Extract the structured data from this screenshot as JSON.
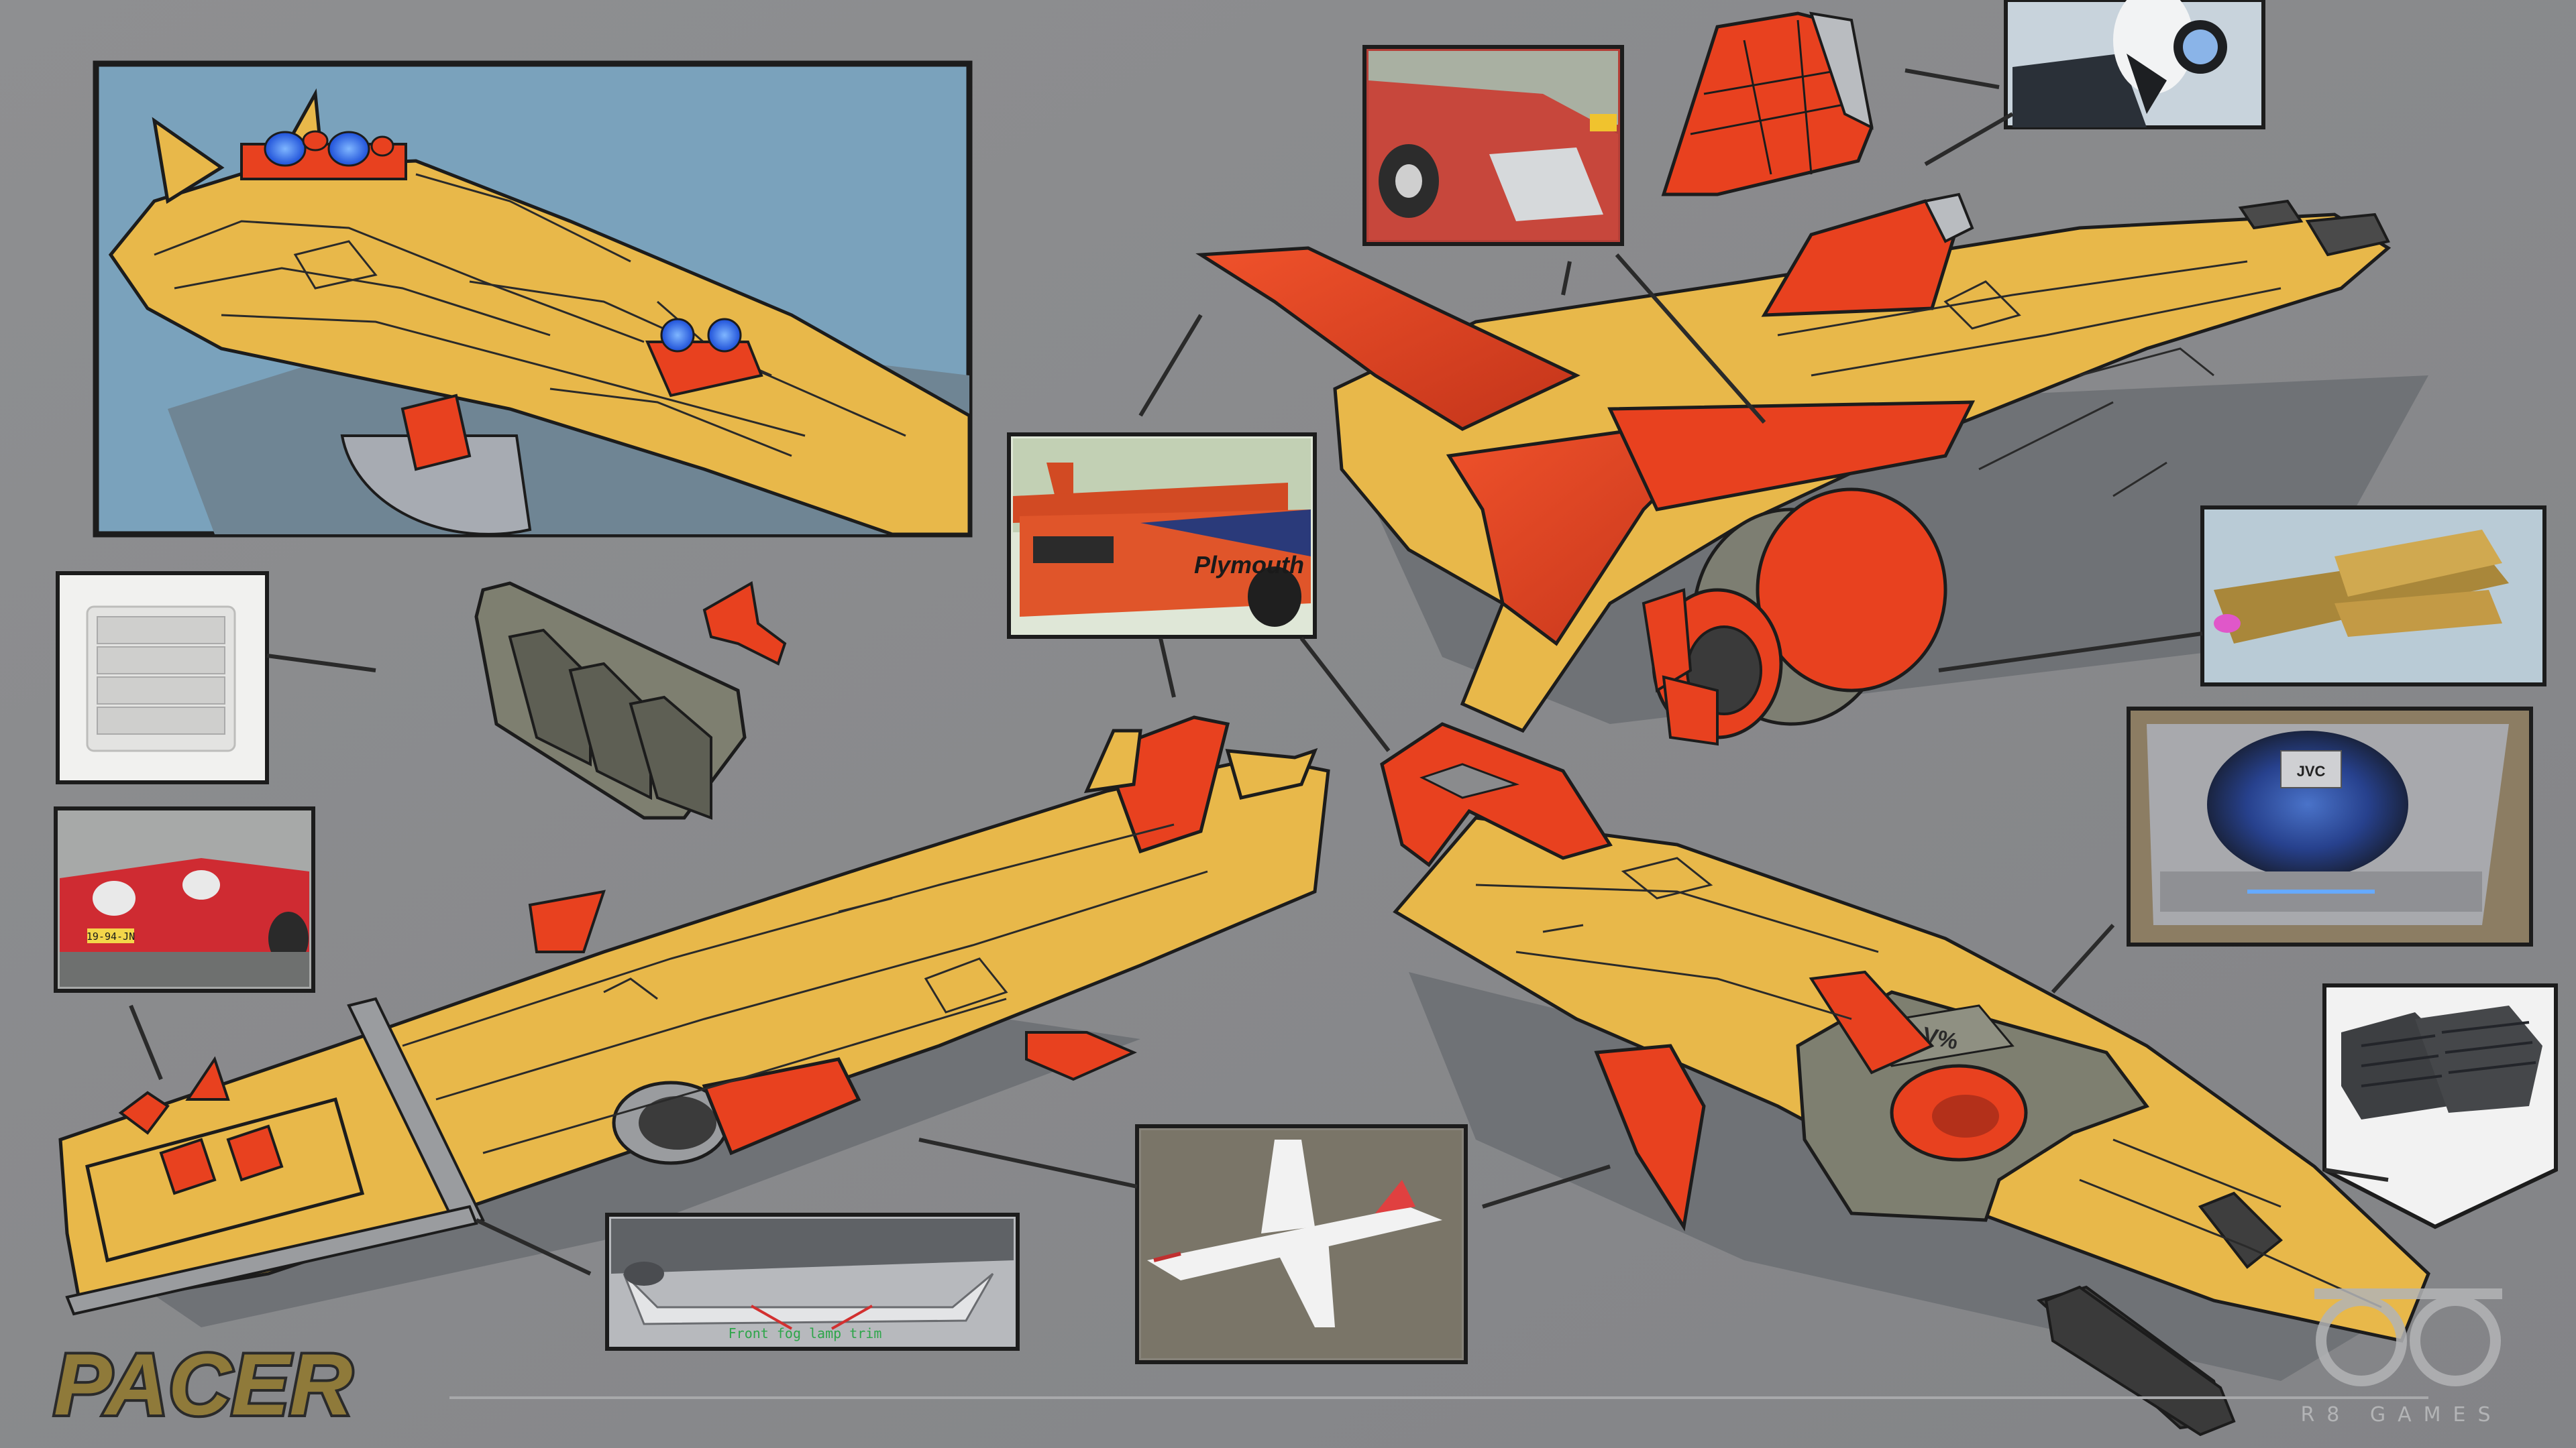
{
  "title": "PACER",
  "studio": "R8 GAMES",
  "colors": {
    "background": "#8a8b8d",
    "hull_yellow": "#e8b84a",
    "accent_red": "#e8411f",
    "panel_blue": "#7aa2bc",
    "shadow": "#6f7276",
    "outline": "#1e1e1e",
    "light_blue": "#2f6bff",
    "part_grey": "#7e7f70"
  },
  "reference_photos": {
    "car_tailfin": "1957 car tail fin reference",
    "motorcycle_dash": "motorcycle dashboard reference",
    "plymouth": {
      "caption": "Plymouth"
    },
    "vent_louvre": "louvred vent cover reference",
    "miata": {
      "plate": "19-94-JN"
    },
    "podracer": "engine pod reference",
    "cd_player": {
      "brand": "JVC"
    },
    "x_plane": "experimental aircraft reference",
    "fog_lamp": {
      "caption": "Front fog lamp trim"
    },
    "rubber_stops": "rubber bumper stops reference"
  },
  "ship_parts": {
    "center_badge": "V%"
  }
}
